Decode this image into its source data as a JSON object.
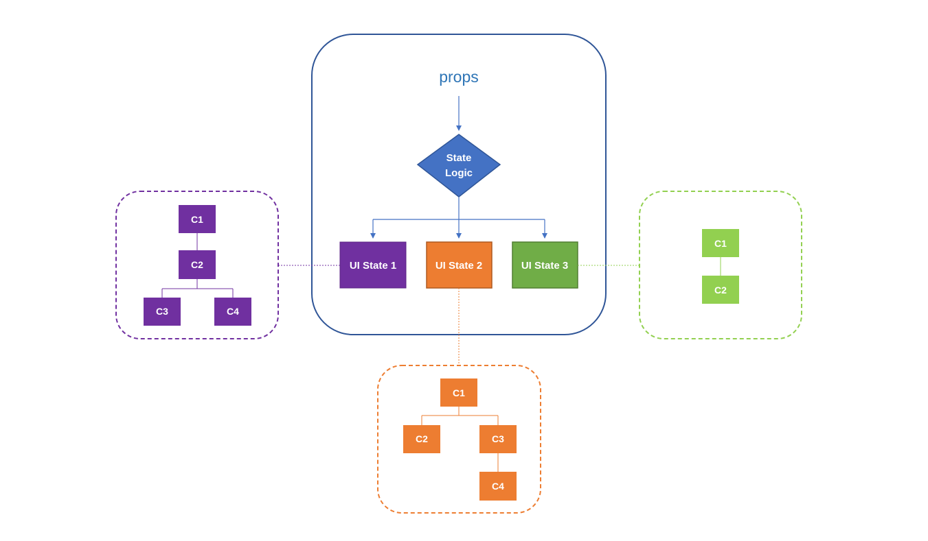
{
  "colors": {
    "container": "#2f5597",
    "arrow": "#4472c4",
    "decision": "#4472c4",
    "props_text": "#2e75b6",
    "purple": "#7030a0",
    "orange": "#ed7d31",
    "green": "#70ad47",
    "light_green": "#92d050"
  },
  "main": {
    "props": "props",
    "decision_line1": "State",
    "decision_line2": "Logic",
    "states": [
      "UI State 1",
      "UI State 2",
      "UI State 3"
    ]
  },
  "purple_tree": [
    "C1",
    "C2",
    "C3",
    "C4"
  ],
  "orange_tree": [
    "C1",
    "C2",
    "C3",
    "C4"
  ],
  "green_tree": [
    "C1",
    "C2"
  ]
}
